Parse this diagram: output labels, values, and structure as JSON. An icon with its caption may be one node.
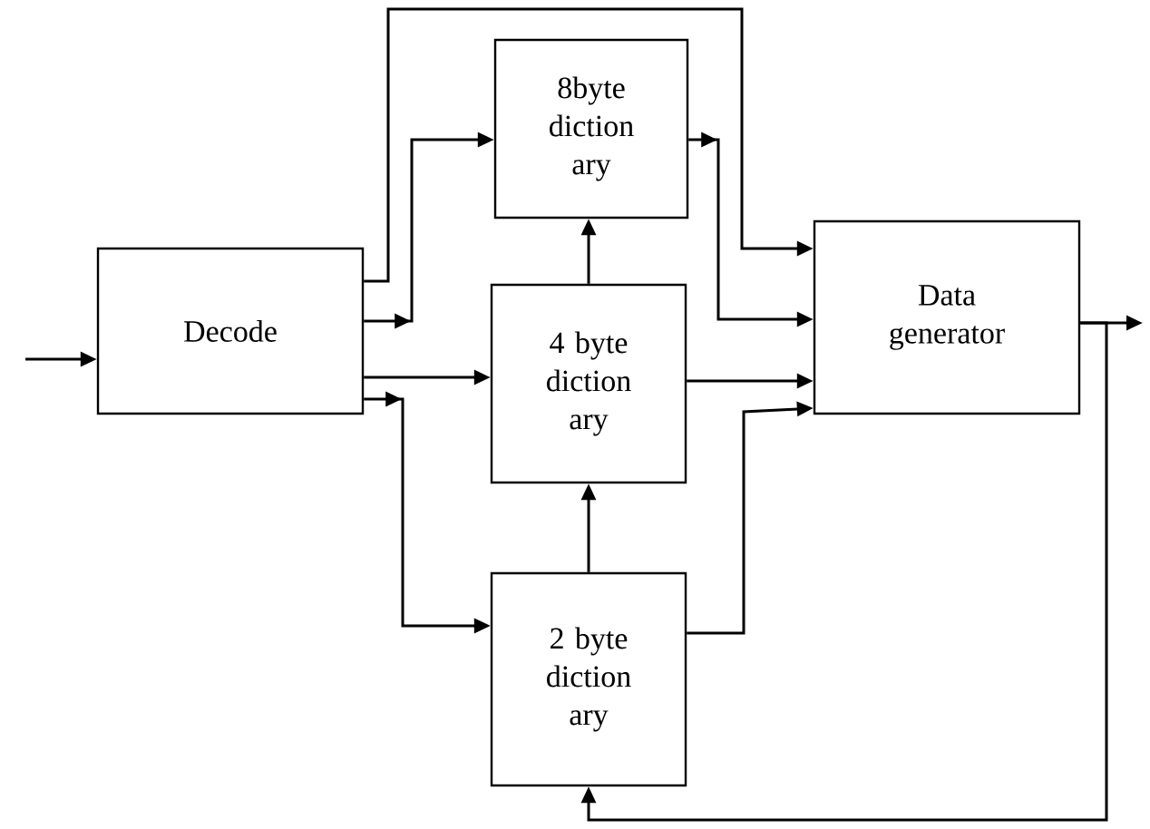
{
  "diagram": {
    "nodes": [
      {
        "text": [
          "Decode"
        ]
      },
      {
        "text": [
          "8byte diction ary"
        ]
      },
      {
        "text": [
          "4 byte diction ary"
        ]
      },
      {
        "text": [
          "2 byte diction ary"
        ]
      },
      {
        "text": [
          "Data generator"
        ]
      }
    ],
    "edges": [
      {
        "from": null,
        "to": 0,
        "arrow": "to"
      },
      {
        "from": 0,
        "to": 4,
        "arrow": "to"
      },
      {
        "from": 0,
        "to": 1,
        "arrow": "to"
      },
      {
        "from": 0,
        "to": 2,
        "arrow": "to"
      },
      {
        "from": 0,
        "to": 3,
        "arrow": "to"
      },
      {
        "from": 3,
        "to": 2,
        "arrow": "to"
      },
      {
        "from": 2,
        "to": 1,
        "arrow": "to"
      },
      {
        "from": 1,
        "to": 4,
        "arrow": "to"
      },
      {
        "from": 2,
        "to": 4,
        "arrow": "to"
      },
      {
        "from": 3,
        "to": 4,
        "arrow": "to"
      },
      {
        "from": 4,
        "to": null,
        "arrow": "to"
      },
      {
        "from": 4,
        "to": 3,
        "arrow": "to"
      }
    ]
  }
}
